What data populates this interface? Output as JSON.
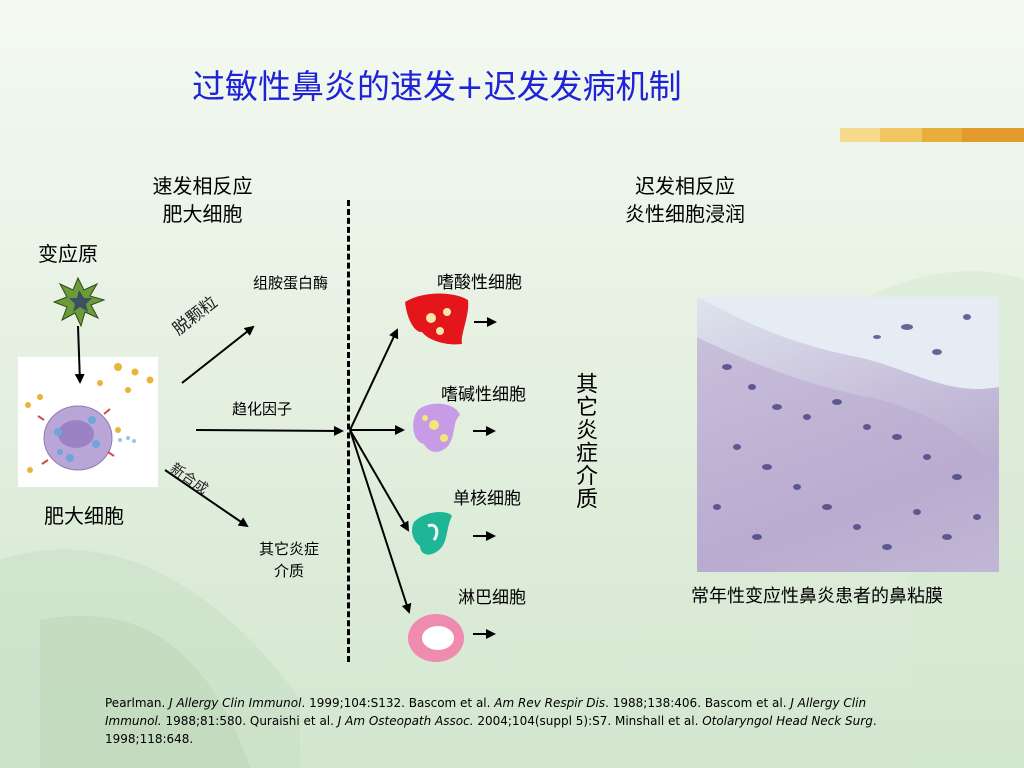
{
  "slide": {
    "title": "过敏性鼻炎的速发+迟发发病机制",
    "immediate": {
      "line1": "速发相反应",
      "line2": "肥大细胞"
    },
    "delayed": {
      "line1": "迟发相反应",
      "line2": "炎性细胞浸润"
    },
    "allergen_label": "变应原",
    "mast_cell_label": "肥大细胞",
    "degranulation": "脱颗粒",
    "new_synthesis": "新合成",
    "histamine_tryptase": "组胺蛋白酶",
    "chemotactic": "趋化因子",
    "other_mediators_line1": "其它炎症",
    "other_mediators_line2": "介质",
    "cells": {
      "eosinophil": "嗜酸性细胞",
      "basophil": "嗜碱性细胞",
      "monocyte": "单核细胞",
      "lymphocyte": "淋巴细胞"
    },
    "vertical_label": "其它炎症介质",
    "photo_caption": "常年性变应性鼻炎患者的鼻粘膜",
    "references": {
      "p1": "Pearlman. ",
      "j1": "J Allergy Clin Immunol",
      "p2": ". 1999;104:S132. Bascom et al. ",
      "j2": "Am Rev Respir Dis",
      "p3": ". 1988;138:406.  Bascom et al. ",
      "j3": "J Allergy Clin Immunol.",
      "p4": " 1988;81:580. Quraishi et al. ",
      "j4": "J Am Osteopath Assoc.",
      "p5": " 2004;104(suppl 5):S7. Minshall et al. ",
      "j5": "Otolaryngol Head Neck Surg",
      "p6": ". 1998;118:648."
    }
  },
  "colors": {
    "title": "#1f23d8",
    "eosinophil": "#e4161b",
    "basophil": "#c79be6",
    "monocyte": "#1fb597",
    "lymphocyte": "#f08bb0",
    "allergen": "#6e9b3a"
  }
}
